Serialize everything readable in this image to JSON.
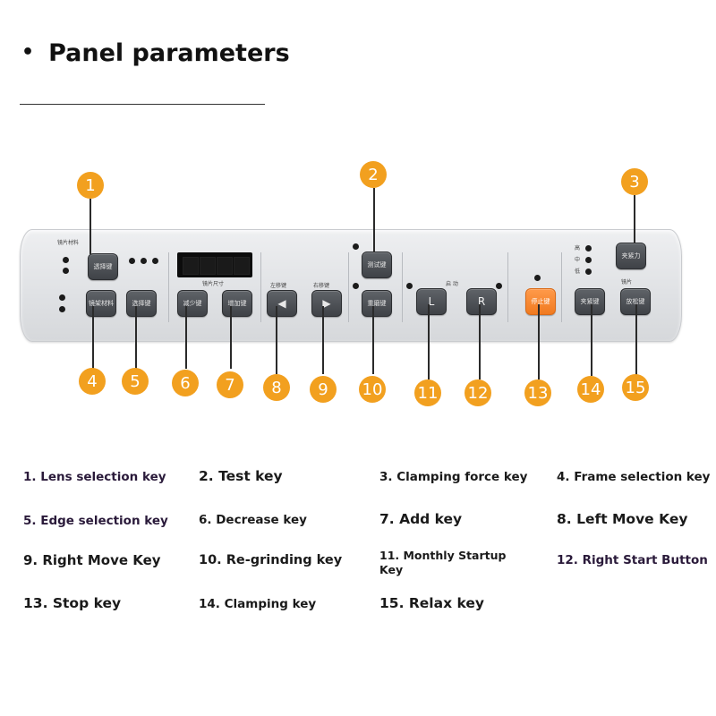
{
  "header": {
    "bullet": "•",
    "title": "Panel parameters"
  },
  "callouts": [
    "1",
    "2",
    "3",
    "4",
    "5",
    "6",
    "7",
    "8",
    "9",
    "10",
    "11",
    "12",
    "13",
    "14",
    "15"
  ],
  "panel": {
    "keys": [
      {
        "id": 1,
        "label": "透择键"
      },
      {
        "id": 2,
        "label": "测试键"
      },
      {
        "id": 3,
        "label": "夹紧力"
      },
      {
        "id": 4,
        "label": "镜架材料"
      },
      {
        "id": 5,
        "label": "选择键"
      },
      {
        "id": 6,
        "label": "减少键"
      },
      {
        "id": 7,
        "label": "增加键"
      },
      {
        "id": 8,
        "label": "◀"
      },
      {
        "id": 9,
        "label": "▶"
      },
      {
        "id": 10,
        "label": "重磨键"
      },
      {
        "id": 11,
        "label": "L"
      },
      {
        "id": 12,
        "label": "R"
      },
      {
        "id": 13,
        "label": "停止键"
      },
      {
        "id": 14,
        "label": "夹紧键"
      },
      {
        "id": 15,
        "label": "放松键"
      }
    ],
    "labels": {
      "lens_material": "镜片材料",
      "display_caption": "镜片尺寸",
      "left_move": "左移键",
      "right_move": "右移键",
      "auto": "启 动",
      "lens": "镜片",
      "force_high": "高",
      "force_mid": "中",
      "force_low": "低"
    }
  },
  "legend": [
    "1. Lens selection key",
    "2. Test key",
    "3. Clamping force key",
    "4. Frame selection key",
    "5. Edge selection key",
    "6. Decrease key",
    "7. Add key",
    "8. Left Move Key",
    "9. Right Move Key",
    "10. Re-grinding key",
    "11. Monthly Startup Key",
    "12. Right Start Button",
    "13. Stop key",
    "14. Clamping key",
    "15. Relax key"
  ],
  "colors": {
    "callout": "#f2a01f",
    "stop_key": "#f07a20",
    "panel": "#e2e4e7",
    "key": "#4a4d52"
  }
}
